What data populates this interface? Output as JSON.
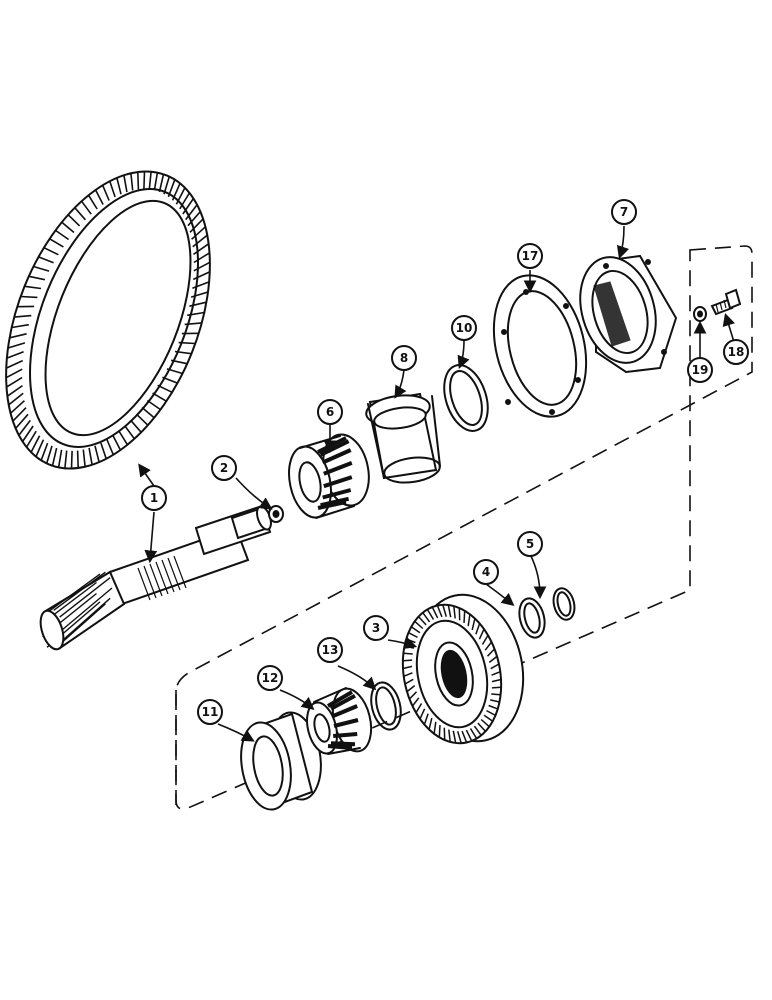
{
  "callouts": [
    {
      "id": "1",
      "label": "1"
    },
    {
      "id": "2",
      "label": "2"
    },
    {
      "id": "3",
      "label": "3"
    },
    {
      "id": "4",
      "label": "4"
    },
    {
      "id": "5",
      "label": "5"
    },
    {
      "id": "6",
      "label": "6"
    },
    {
      "id": "7",
      "label": "7"
    },
    {
      "id": "8",
      "label": "8"
    },
    {
      "id": "10",
      "label": "10"
    },
    {
      "id": "11",
      "label": "11"
    },
    {
      "id": "12",
      "label": "12"
    },
    {
      "id": "13",
      "label": "13"
    },
    {
      "id": "17",
      "label": "17"
    },
    {
      "id": "18",
      "label": "18"
    },
    {
      "id": "19",
      "label": "19"
    }
  ],
  "parts": {
    "1": "ring-gear-and-pinion",
    "2": "nut",
    "3": "helical-gear",
    "4": "snap-ring",
    "5": "snap-ring",
    "6": "tapered-roller-bearing-cone",
    "7": "bearing-retainer",
    "8": "bearing-cup",
    "10": "snap-ring",
    "11": "bearing-cup",
    "12": "tapered-roller-bearing-cone",
    "13": "snap-ring",
    "17": "shim-gasket",
    "18": "cap-screw",
    "19": "lock-washer"
  },
  "colors": {
    "ink": "#111111",
    "paper": "#ffffff"
  }
}
